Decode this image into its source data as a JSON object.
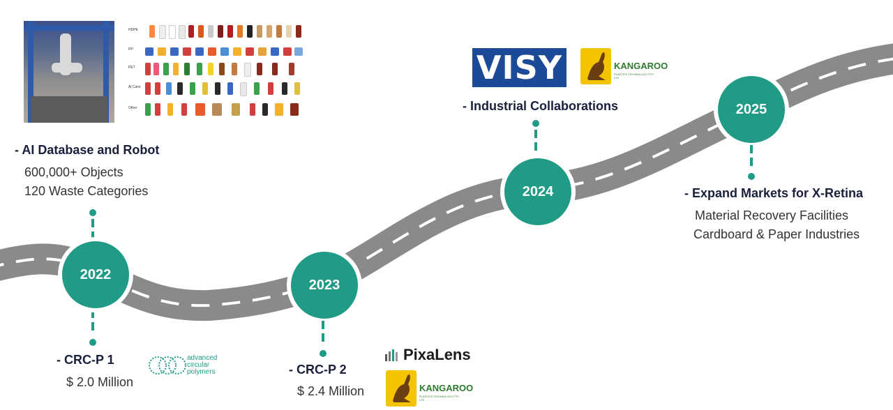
{
  "colors": {
    "road": "#8a8a8a",
    "road_dash": "#ffffff",
    "node": "#1f9b86",
    "heading_text": "#1a1f3c",
    "detail_text": "#333333",
    "visy_blue": "#1c4a96",
    "kangaroo_yellow": "#f4c400"
  },
  "milestones": {
    "y2022": {
      "year": "2022",
      "top_heading": "- AI Database and Robot",
      "top_details": [
        "600,000+ Objects",
        "120 Waste Categories"
      ],
      "bottom_heading": "- CRC-P 1",
      "bottom_detail": "$ 2.0 Million"
    },
    "y2023": {
      "year": "2023",
      "bottom_heading": "- CRC-P 2",
      "bottom_detail": "$ 2.4 Million"
    },
    "y2024": {
      "year": "2024",
      "top_heading": "- Industrial Collaborations"
    },
    "y2025": {
      "year": "2025",
      "bottom_heading": "- Expand Markets for X-Retina",
      "bottom_details": [
        "Material Recovery Facilities",
        "Cardboard & Paper Industries"
      ]
    }
  },
  "product_grid": {
    "rows": [
      "HDPE",
      "PP",
      "PET",
      "Al Cans",
      "Other"
    ]
  },
  "logos": {
    "visy": "VISY",
    "kangaroo_name": "KANGAROO",
    "kangaroo_sub": "PLASTICS TECHNOLOGY PTY LTD",
    "acp_text": "advanced\ncircular\npolymers",
    "pixalens": "PixaLens"
  }
}
